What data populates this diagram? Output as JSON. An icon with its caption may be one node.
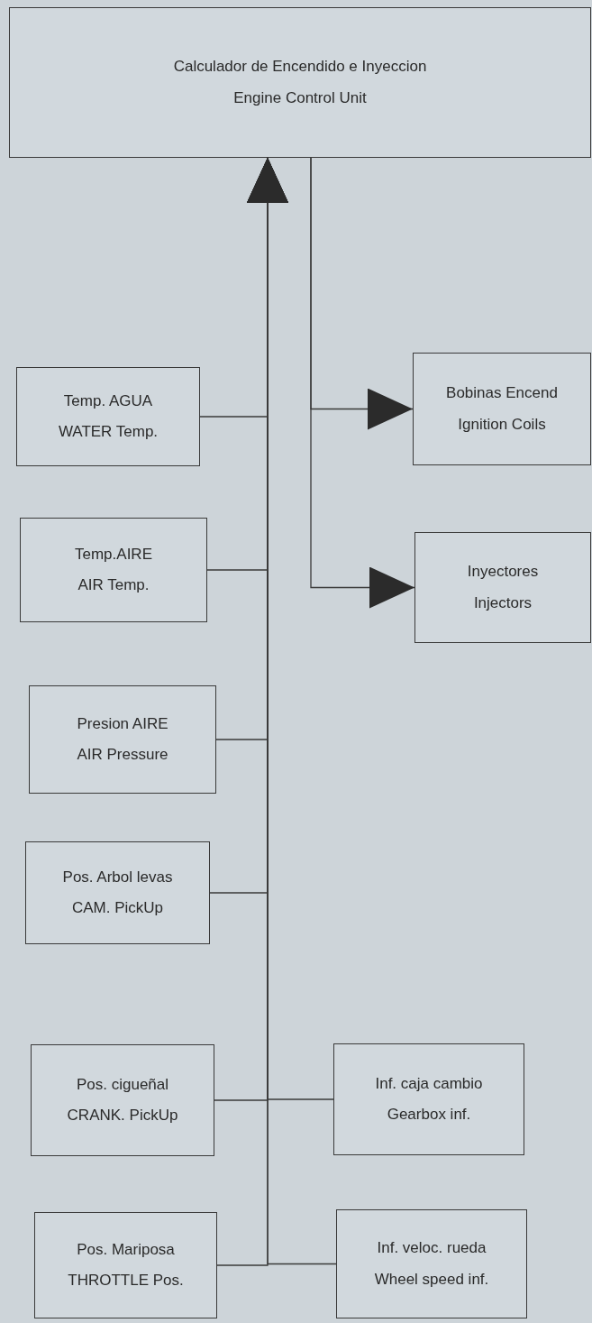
{
  "diagram": {
    "nodes": [
      {
        "text": [
          "Calculador de Encendido e Inyeccion",
          "Engine Control Unit"
        ]
      },
      {
        "text": [
          "Temp. AGUA",
          "WATER Temp."
        ]
      },
      {
        "text": [
          "Temp.AIRE",
          "AIR Temp."
        ]
      },
      {
        "text": [
          "Presion AIRE",
          "AIR Pressure"
        ]
      },
      {
        "text": [
          "Pos. Arbol levas",
          "CAM. PickUp"
        ]
      },
      {
        "text": [
          "Pos. cigueñal",
          "CRANK. PickUp"
        ]
      },
      {
        "text": [
          "Pos. Mariposa",
          "THROTTLE Pos."
        ]
      },
      {
        "text": [
          "Bobinas Encend",
          "Ignition Coils"
        ]
      },
      {
        "text": [
          "Inyectores",
          "Injectors"
        ]
      },
      {
        "text": [
          "Inf. caja cambio",
          "Gearbox inf."
        ]
      },
      {
        "text": [
          "Inf. veloc. rueda",
          "Wheel speed inf."
        ]
      }
    ],
    "edges": [
      {
        "from": 1,
        "to": 0,
        "arrow": "to"
      },
      {
        "from": 2,
        "to": 0,
        "arrow": "to"
      },
      {
        "from": 3,
        "to": 0,
        "arrow": "to"
      },
      {
        "from": 4,
        "to": 0,
        "arrow": "to"
      },
      {
        "from": 5,
        "to": 0,
        "arrow": "to"
      },
      {
        "from": 6,
        "to": 0,
        "arrow": "to"
      },
      {
        "from": 9,
        "to": 0,
        "arrow": "to"
      },
      {
        "from": 10,
        "to": 0,
        "arrow": "to"
      },
      {
        "from": 0,
        "to": 7,
        "arrow": "to"
      },
      {
        "from": 0,
        "to": 8,
        "arrow": "to"
      }
    ]
  }
}
